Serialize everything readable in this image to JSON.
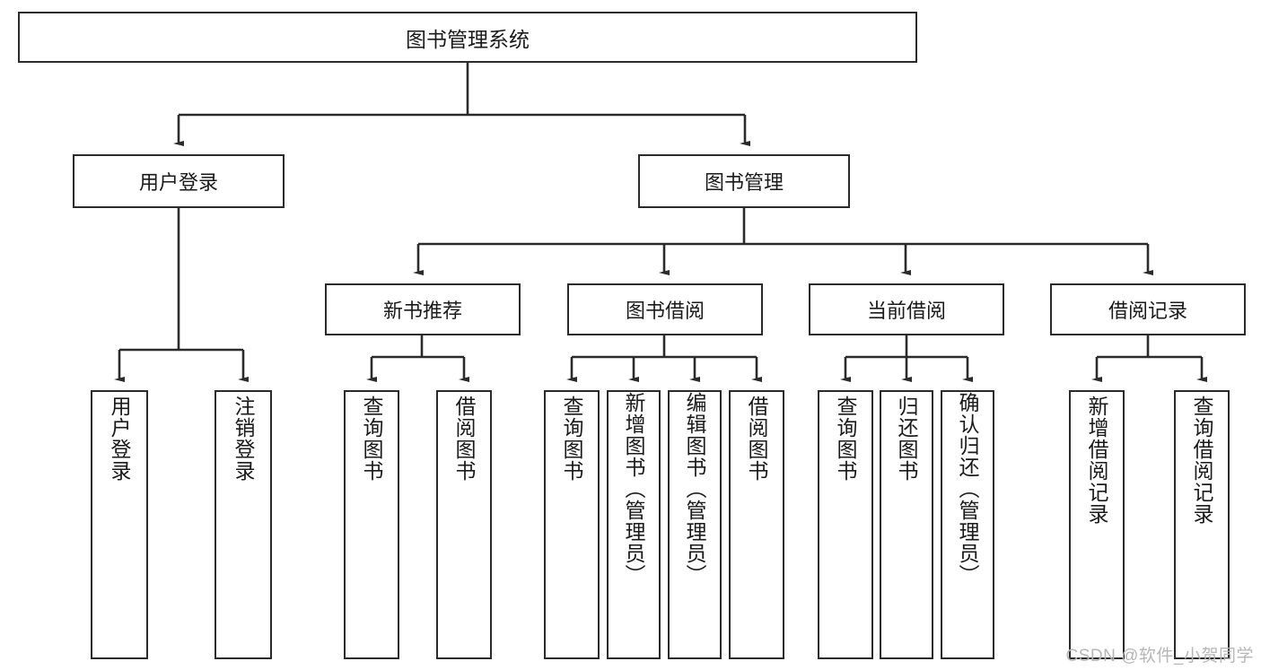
{
  "diagram": {
    "title": "图书管理系统",
    "type": "tree-hierarchy-diagram",
    "root": {
      "id": "root",
      "label": "图书管理系统"
    },
    "level1": [
      {
        "id": "user-login",
        "label": "用户登录"
      },
      {
        "id": "book-manage",
        "label": "图书管理"
      }
    ],
    "level2": [
      {
        "id": "new-book-recommend",
        "label": "新书推荐"
      },
      {
        "id": "book-borrow",
        "label": "图书借阅"
      },
      {
        "id": "current-borrow",
        "label": "当前借阅"
      },
      {
        "id": "borrow-record",
        "label": "借阅记录"
      }
    ],
    "leaves": [
      {
        "id": "leaf-user-login",
        "label": "用户登录",
        "parent": "user-login"
      },
      {
        "id": "leaf-user-logout",
        "label": "注销登录",
        "parent": "user-login"
      },
      {
        "id": "leaf-query-book-1",
        "label": "查询图书",
        "parent": "new-book-recommend"
      },
      {
        "id": "leaf-borrow-book-1",
        "label": "借阅图书",
        "parent": "new-book-recommend"
      },
      {
        "id": "leaf-query-book-2",
        "label": "查询图书",
        "parent": "book-borrow"
      },
      {
        "id": "leaf-add-book",
        "label": "新增图书（管理员）",
        "parent": "book-borrow"
      },
      {
        "id": "leaf-edit-book",
        "label": "编辑图书（管理员）",
        "parent": "book-borrow"
      },
      {
        "id": "leaf-borrow-book-2",
        "label": "借阅图书",
        "parent": "book-borrow"
      },
      {
        "id": "leaf-query-book-3",
        "label": "查询图书",
        "parent": "current-borrow"
      },
      {
        "id": "leaf-return-book",
        "label": "归还图书",
        "parent": "current-borrow"
      },
      {
        "id": "leaf-confirm-return",
        "label": "确认归还（管理员）",
        "parent": "current-borrow"
      },
      {
        "id": "leaf-add-record",
        "label": "新增借阅记录",
        "parent": "borrow-record"
      },
      {
        "id": "leaf-query-record",
        "label": "查询借阅记录",
        "parent": "borrow-record"
      }
    ]
  },
  "watermark": {
    "text": "CSDN @软件_小贺同学"
  },
  "colors": {
    "border": "#2b2b2b",
    "background": "#ffffff",
    "text": "#1a1a1a",
    "watermark": "#b6b6b6"
  }
}
